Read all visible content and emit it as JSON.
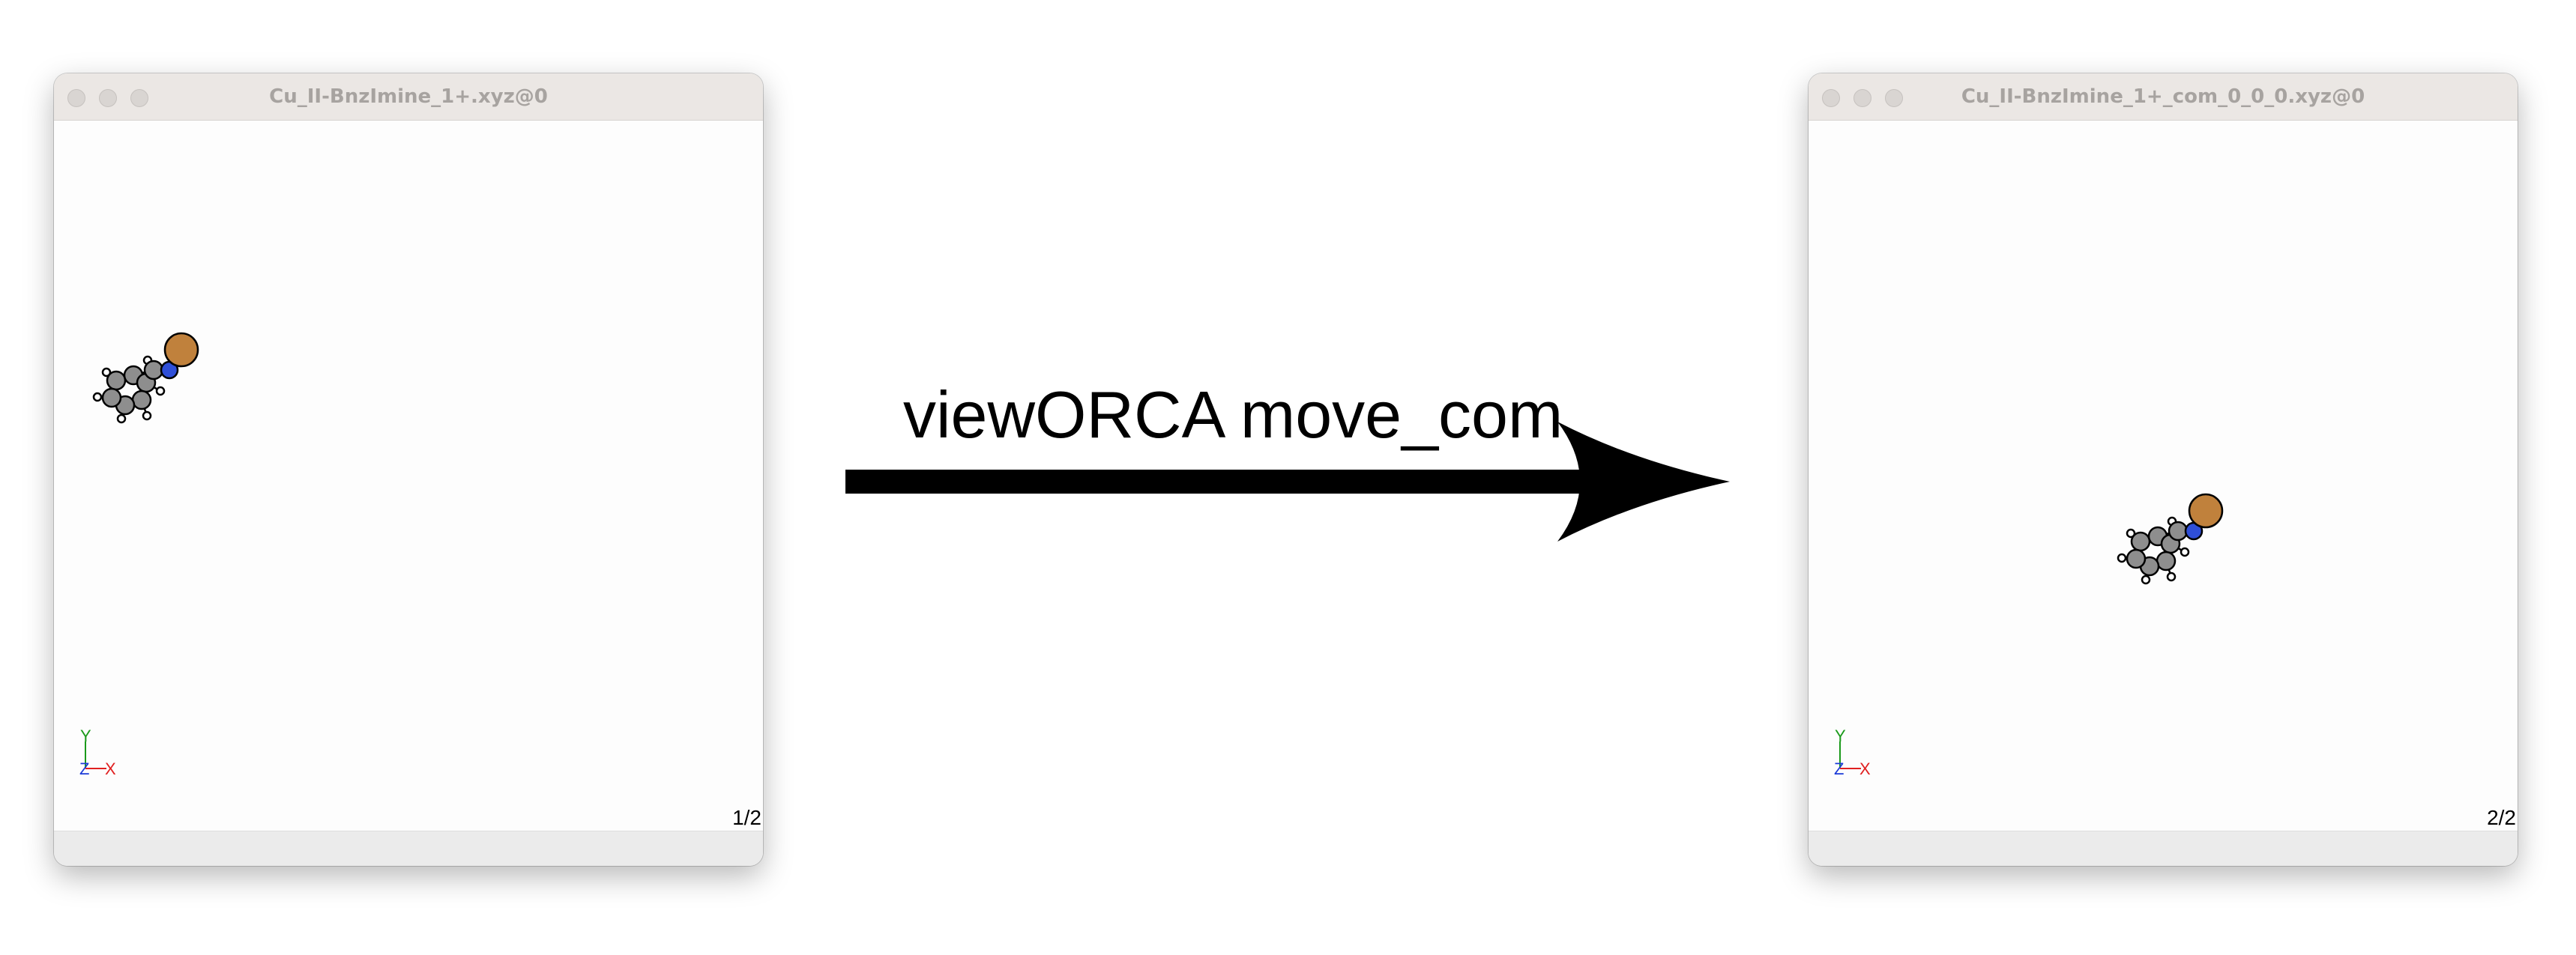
{
  "windows": [
    {
      "title": "Cu_II-BnzImine_1+.xyz@0",
      "frame_counter": "1/2"
    },
    {
      "title": "Cu_II-BnzImine_1+_com_0_0_0.xyz@0",
      "frame_counter": "2/2"
    }
  ],
  "arrow_label": "viewORCA move_com",
  "axes": {
    "y": "Y",
    "z": "Z",
    "x": "X"
  },
  "colors": {
    "carbon": "#8e8e8e",
    "hydrogen": "#ffffff",
    "nitrogen": "#2f4fd8",
    "copper": "#c0813c",
    "axis_x": "#e02020",
    "axis_y": "#1a9a1a",
    "axis_z": "#1a3ad8"
  }
}
